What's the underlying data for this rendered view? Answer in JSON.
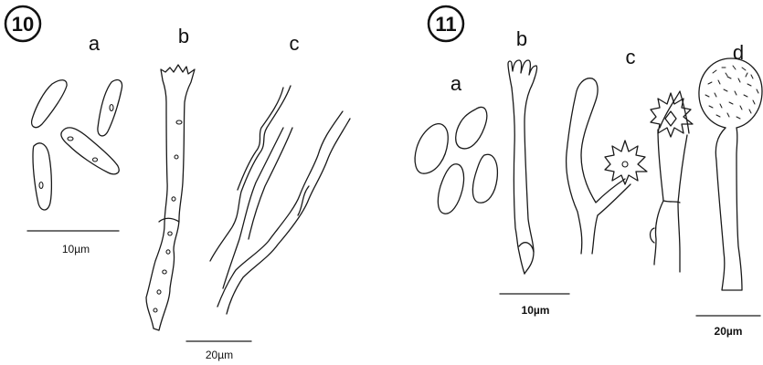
{
  "figures": [
    {
      "number": "10",
      "panels": [
        "a",
        "b",
        "c"
      ],
      "scale_bars": [
        "10µm",
        "20µm"
      ]
    },
    {
      "number": "11",
      "panels": [
        "a",
        "b",
        "c",
        "d"
      ],
      "scale_bars": [
        "10µm",
        "20µm"
      ]
    }
  ]
}
